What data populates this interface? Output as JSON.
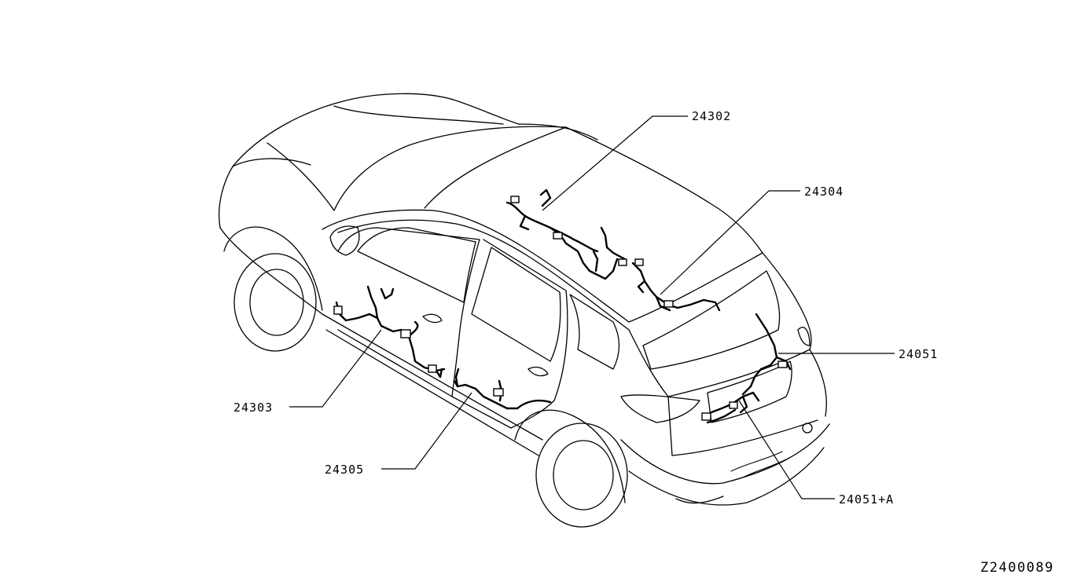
{
  "figure_code": "Z2400089",
  "callouts": {
    "c24302": "24302",
    "c24304": "24304",
    "c24051": "24051",
    "c24303": "24303",
    "c24305": "24305",
    "c24051a": "24051+A"
  }
}
